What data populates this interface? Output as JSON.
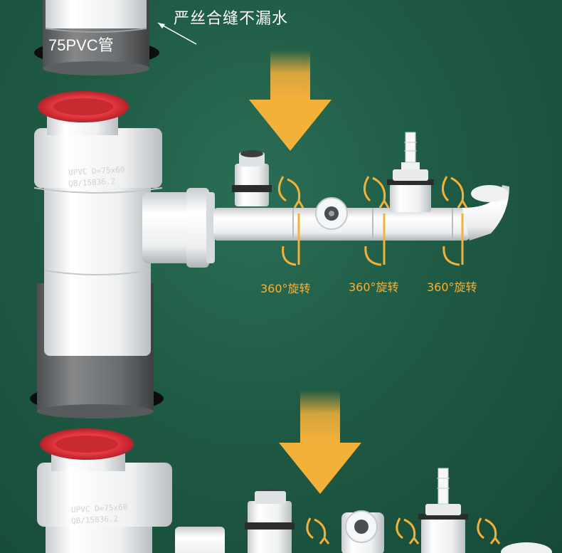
{
  "texts": {
    "tagline": "严丝合缝不漏水",
    "pipe_label": "75PVC管",
    "rotation_1": "360°旋转",
    "rotation_2": "360°旋转",
    "rotation_3": "360°旋转",
    "pipe_print_line1": "UPVC D=75x60",
    "pipe_print_line2": "QB/15836.2",
    "pipe_print_line3": "UPVC D=75x60",
    "pipe_print_line4": "QB/15836.2"
  },
  "colors": {
    "background": "#1f5a44",
    "arrow": "#f4b13a",
    "rotation_text": "#f4b13a",
    "seal_ring": "#e0353d",
    "pipe_white": "#f2f4f5",
    "pipe_gray": "#6b6e70"
  },
  "icons": [
    "down-arrow-icon",
    "rotation-arrow-icon",
    "pointer-line-icon"
  ]
}
